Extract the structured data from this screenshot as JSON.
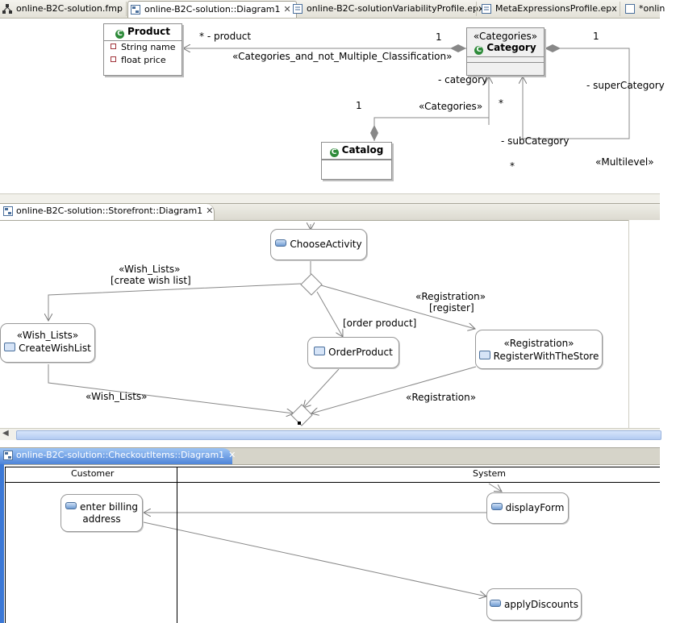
{
  "tabs": [
    {
      "label": "online-B2C-solution.fmp"
    },
    {
      "label": "online-B2C-solution::Diagram1"
    },
    {
      "label": "online-B2C-solutionVariabilityProfile.epx"
    },
    {
      "label": "MetaExpressionsProfile.epx"
    },
    {
      "label": "*onlin"
    }
  ],
  "class_diagram": {
    "product": {
      "name": "Product",
      "attrs": [
        "String name",
        "float price"
      ]
    },
    "category": {
      "stereotype": "«Categories»",
      "name": "Category"
    },
    "catalog": {
      "name": "Catalog"
    },
    "labels": {
      "product_role": "* - product",
      "mult_1_a": "1",
      "assoc_name": "«Categories_and_not_Multiple_Classification»",
      "mult_1_b": "1",
      "category_role": "- category",
      "super_role": "- superCategory",
      "mult_1_c": "1",
      "categories_stereo": "«Categories»",
      "star_a": "*",
      "sub_role": "- subCategory",
      "multilevel": "«Multilevel»",
      "star_b": "*"
    }
  },
  "storefront": {
    "tab_label": "online-B2C-solution::Storefront::Diagram1",
    "choose": "ChooseActivity",
    "wish_stereo": "«Wish_Lists»",
    "create_wish": "CreateWishList",
    "order": "OrderProduct",
    "reg_stereo": "«Registration»",
    "register": "RegisterWithTheStore",
    "edge_wish_1": "«Wish_Lists»",
    "edge_wish_2": "[create wish list]",
    "edge_order": "[order product]",
    "edge_reg_1": "«Registration»",
    "edge_reg_2": "[register]",
    "edge_wish_back": "«Wish_Lists»",
    "edge_reg_back": "«Registration»"
  },
  "checkout": {
    "tab_label": "online-B2C-solution::CheckoutItems::Diagram1",
    "lane_customer": "Customer",
    "lane_system": "System",
    "billing_1": "enter billing",
    "billing_2": "address",
    "display": "displayForm",
    "discounts": "applyDiscounts"
  }
}
